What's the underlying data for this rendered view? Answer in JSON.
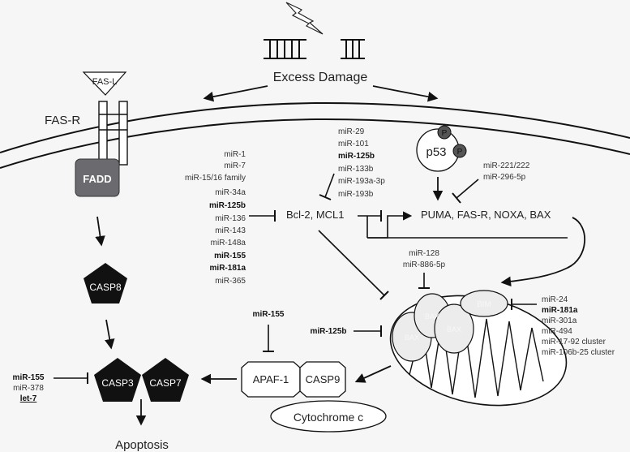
{
  "labels": {
    "excess_damage": "Excess Damage",
    "fas_r": "FAS-R",
    "fas_l": "FAS-L",
    "fadd": "FADD",
    "casp8": "CASP8",
    "casp3": "CASP3",
    "casp7": "CASP7",
    "apoptosis": "Apoptosis",
    "p53": "p53",
    "phospho": "P",
    "bcl2": "Bcl-2, MCL1",
    "puma": "PUMA, FAS-R, NOXA, BAX",
    "apaf1": "APAF-1",
    "casp9": "CASP9",
    "cytochrome": "Cytochrome c",
    "bim": "BIM",
    "bax1": "BAX",
    "bax2": "BAX",
    "bax3": "BAX"
  },
  "mirna": {
    "bcl2_left": [
      "miR-1",
      "miR-7",
      "miR-15/16 family",
      "miR-34a",
      "miR-125b",
      "miR-136",
      "miR-143",
      "miR-148a",
      "miR-155",
      "miR-181a",
      "miR-365"
    ],
    "bcl2_top": [
      "miR-29",
      "miR-101",
      "miR-125b",
      "miR-133b",
      "miR-193a-3p",
      "miR-193b"
    ],
    "p53": [
      "miR-221/222",
      "miR-296-5p"
    ],
    "bax_mid": [
      "miR-128",
      "miR-886-5p"
    ],
    "bim": [
      "miR-24",
      "miR-181a",
      "miR-301a",
      "miR-494",
      "miR-17-92 cluster",
      "miR-106b-25 cluster"
    ],
    "apaf1": "miR-155",
    "mito": "miR-125b",
    "casp3": [
      "miR-155",
      "miR-378",
      "let-7"
    ]
  }
}
